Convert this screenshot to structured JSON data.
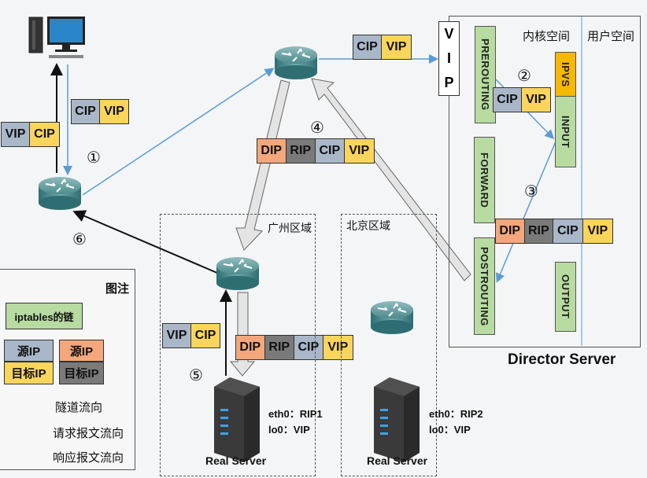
{
  "director": {
    "title": "Director Server",
    "kernel_space": "内核空间",
    "user_space": "用户空间",
    "vip_letters": [
      "V",
      "I",
      "P"
    ],
    "chains": {
      "prerouting": "PREROUTING",
      "forward": "FORWARD",
      "postrouting": "POSTROUTING",
      "ipvs": "IPVS",
      "input": "INPUT",
      "output": "OUTPUT"
    }
  },
  "packets": {
    "client_request": [
      "CIP",
      "VIP"
    ],
    "client_response": [
      "VIP",
      "CIP"
    ],
    "router_to_director": [
      "CIP",
      "VIP"
    ],
    "prerouting_packet": [
      "CIP",
      "VIP"
    ],
    "postrouting_packet": [
      "DIP",
      "RIP",
      "CIP",
      "VIP"
    ],
    "tunnel_packet": [
      "DIP",
      "RIP",
      "CIP",
      "VIP"
    ],
    "realserver_packet": [
      "DIP",
      "RIP",
      "CIP",
      "VIP"
    ],
    "realserver_response": [
      "VIP",
      "CIP"
    ]
  },
  "steps": [
    "①",
    "②",
    "③",
    "④",
    "⑤",
    "⑥"
  ],
  "regions": {
    "guangzhou": "广州区域",
    "beijing": "北京区域"
  },
  "real_servers": [
    {
      "label": "Real Server",
      "eth0": "eth0：RIP1",
      "lo0": "lo0：VIP"
    },
    {
      "label": "Real Server",
      "eth0": "eth0：RIP2",
      "lo0": "lo0：VIP"
    }
  ],
  "legend": {
    "title": "图注",
    "chain": "iptables的链",
    "src_ip": "源IP",
    "dst_ip": "目标IP",
    "tunnel_flow": "隧道流向",
    "request_flow": "请求报文流向",
    "response_flow": "响应报文流向"
  },
  "colors": {
    "client_src": "#a9b7c9",
    "client_dst": "#fad55c",
    "tunnel_src": "#f4a77c",
    "tunnel_dst": "#7a7a7a",
    "chain": "#b7dba0",
    "ipvs": "#f7b800",
    "request_line": "#5b9bd5",
    "response_line": "#111111"
  }
}
